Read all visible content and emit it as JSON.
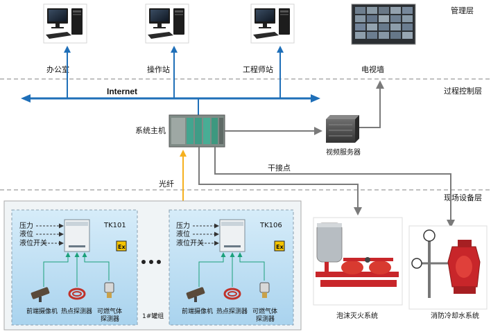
{
  "layers": {
    "management": "管理层",
    "process_control": "过程控制层",
    "field_devices": "现场设备层"
  },
  "management": {
    "office": "办公室",
    "operator_station": "操作站",
    "engineer_station": "工程师站",
    "video_wall": "电视墙"
  },
  "network": {
    "internet": "Internet"
  },
  "process": {
    "system_host": "系统主机",
    "video_server": "视频服务器",
    "dry_contact": "干接点",
    "fiber": "光纤"
  },
  "tanks": [
    {
      "id": "TK101",
      "inputs": [
        "压力",
        "液位",
        "液位开关"
      ],
      "devices": [
        "前端摄像机",
        "热点探测器",
        "可燃气体",
        "探测器"
      ]
    },
    {
      "id": "TK106",
      "inputs": [
        "压力",
        "液位",
        "液位开关"
      ],
      "devices": [
        "前端摄像机",
        "热点探测器",
        "可燃气体",
        "探测器"
      ]
    }
  ],
  "tank_group": "1#罐组",
  "ex_mark": "Ex",
  "systems": {
    "foam": "泡沫灭火系统",
    "cooling": "消防冷却水系统"
  },
  "colors": {
    "blue_line": "#1f6fb8",
    "gray_arrow": "#7a7a7a",
    "fiber_orange": "#f5b01e",
    "panel_bg": "#bfe0f5",
    "green_signal": "#1aa07a"
  }
}
